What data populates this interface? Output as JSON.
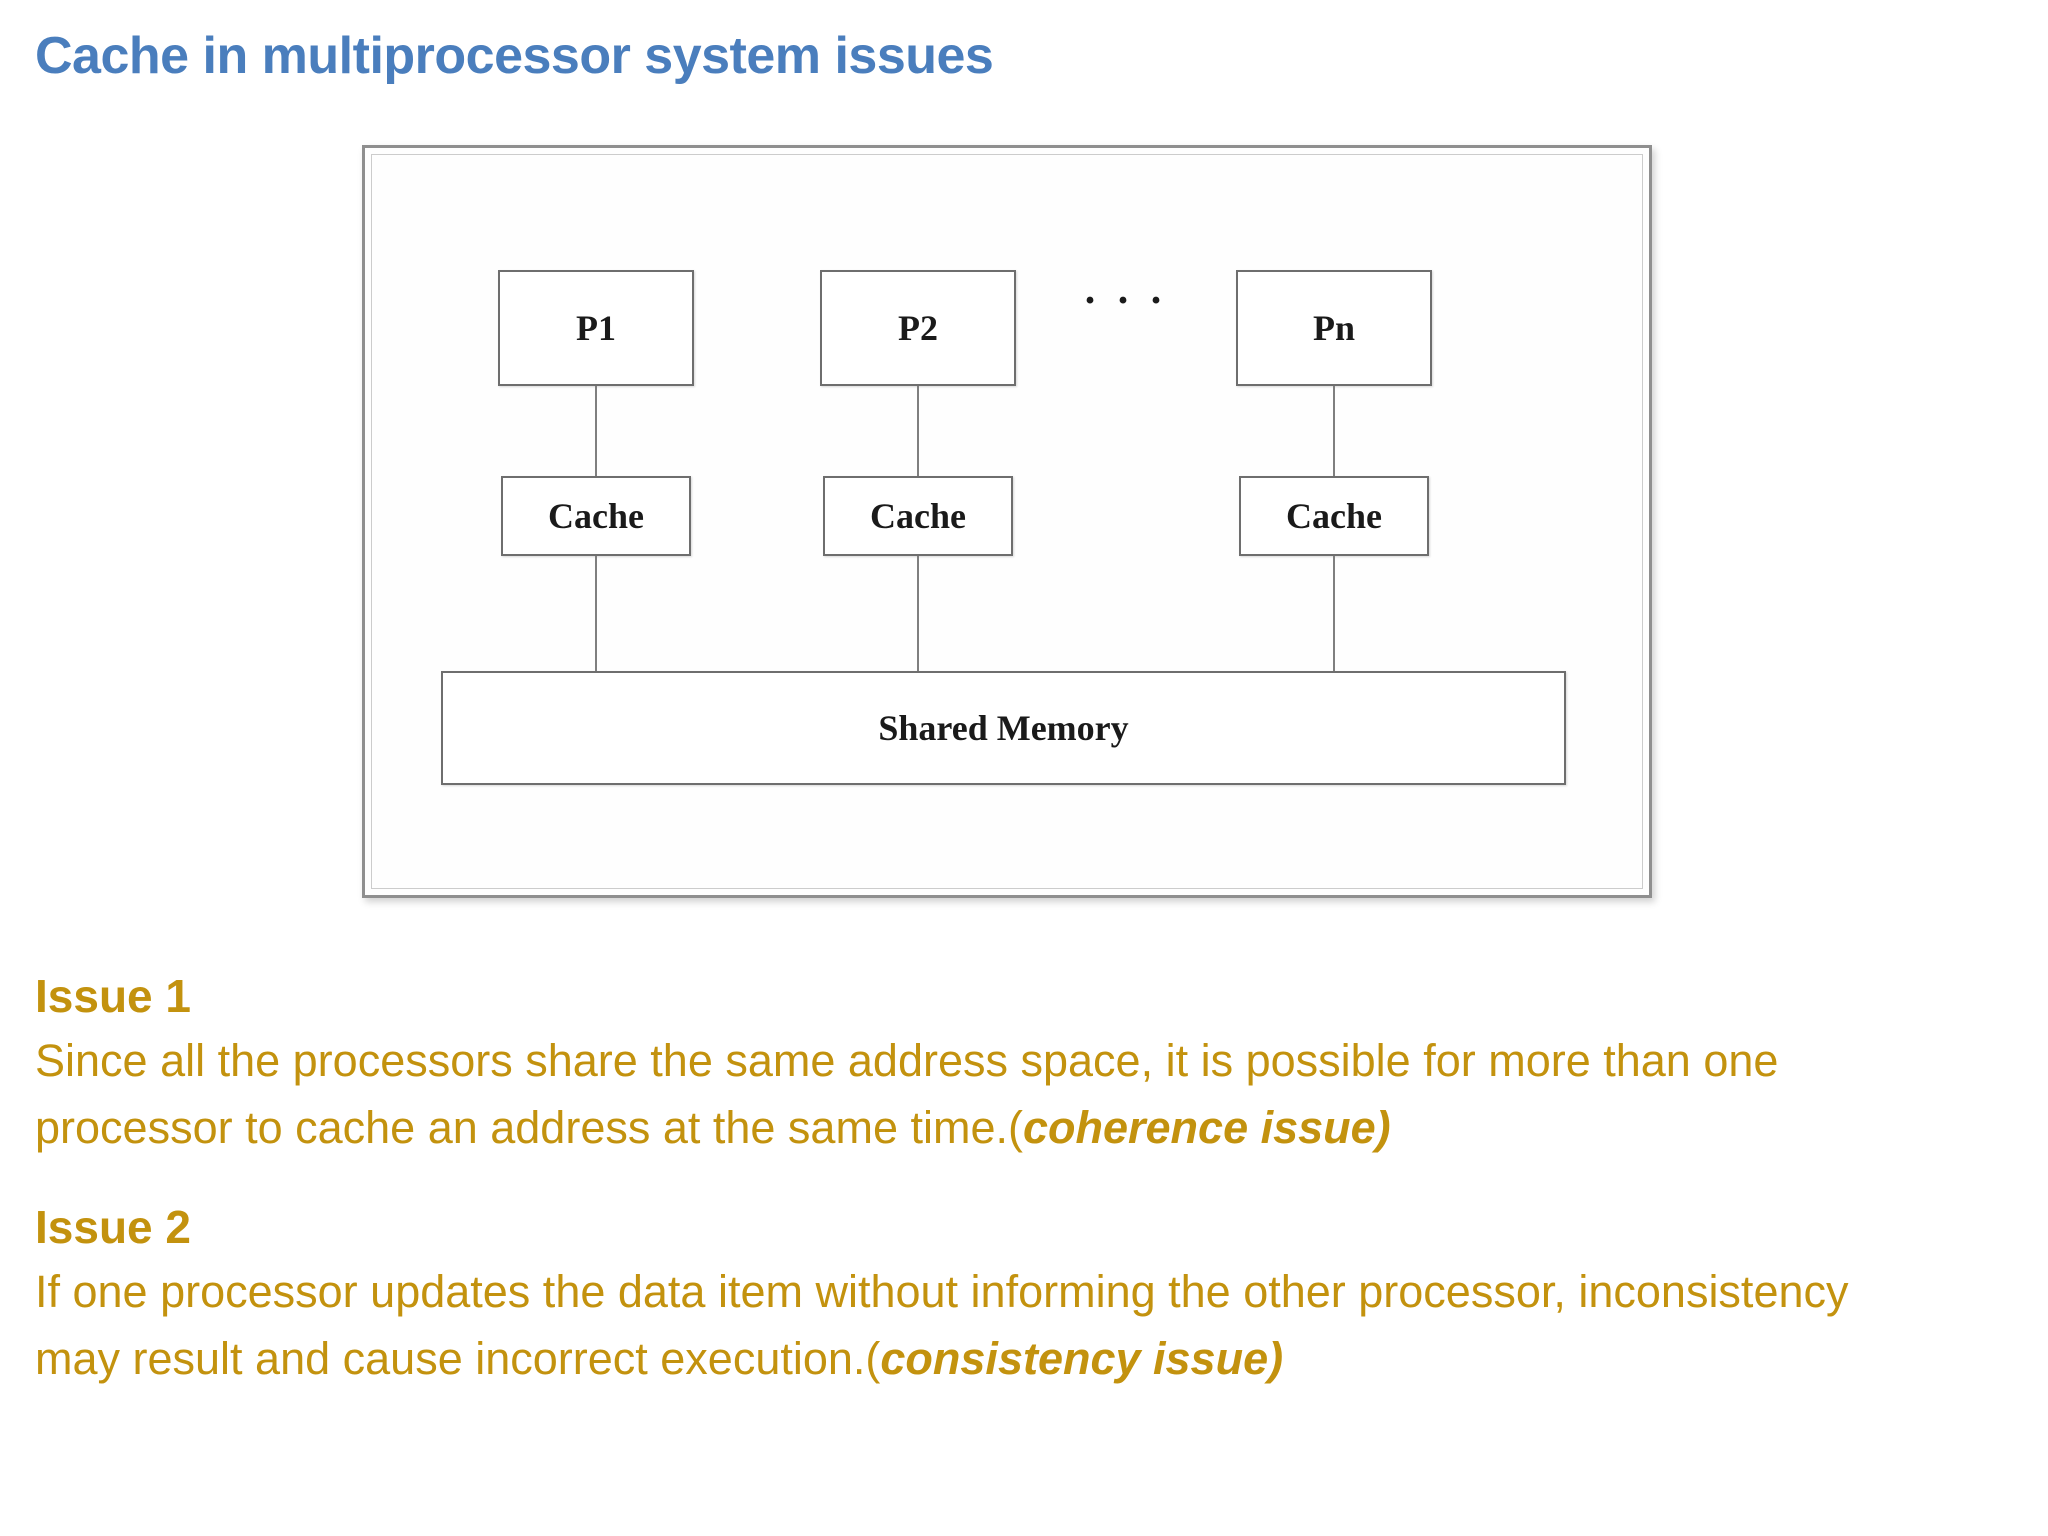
{
  "page": {
    "title": "Cache in multiprocessor system issues"
  },
  "colors": {
    "title_blue": "#4A7EBD",
    "issue_gold": "#C3920E",
    "box_border": "#6e6e6e",
    "frame_border": "#8f8f8f",
    "connector_line": "#7f7f7f",
    "diagram_text": "#1a1a1a"
  },
  "diagram": {
    "processors": [
      {
        "label": "P1"
      },
      {
        "label": "P2"
      },
      {
        "label": "Pn"
      }
    ],
    "ellipsis": ". . .",
    "caches": [
      {
        "label": "Cache"
      },
      {
        "label": "Cache"
      },
      {
        "label": "Cache"
      }
    ],
    "shared_memory_label": "Shared Memory"
  },
  "issues": [
    {
      "header": "Issue 1",
      "line1": "Since all the processors share the same address space, it is possible for more than one",
      "line2_regular": "processor to cache an address at the same time.(",
      "line2_emphasis": "coherence issue)"
    },
    {
      "header": "Issue 2",
      "line1": "If one processor updates the data item without informing the other processor, inconsistency",
      "line2_regular": "may result and cause incorrect execution.(",
      "line2_emphasis": "consistency issue)"
    }
  ]
}
